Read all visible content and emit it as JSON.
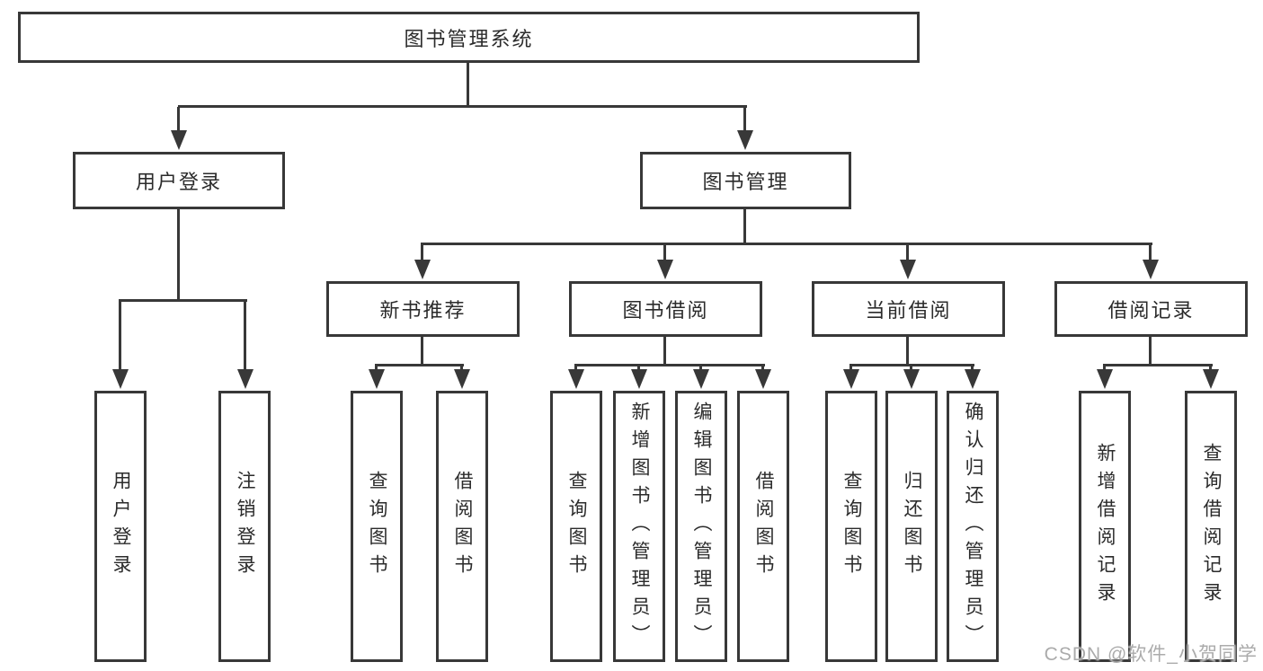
{
  "diagram": {
    "root": {
      "label": "图书管理系统"
    },
    "level2": {
      "user_login": {
        "label": "用户登录"
      },
      "book_management": {
        "label": "图书管理"
      }
    },
    "level3": {
      "new_book_recommend": {
        "label": "新书推荐"
      },
      "book_borrowing": {
        "label": "图书借阅"
      },
      "current_borrowing": {
        "label": "当前借阅"
      },
      "borrowing_records": {
        "label": "借阅记录"
      }
    },
    "leaves": {
      "user_login": [
        "用户登录",
        "注销登录"
      ],
      "new_book_recommend": [
        "查询图书",
        "借阅图书"
      ],
      "book_borrowing": [
        "查询图书",
        "新增图书（管理员）",
        "编辑图书（管理员）",
        "借阅图书"
      ],
      "current_borrowing": [
        "查询图书",
        "归还图书",
        "确认归还（管理员）"
      ],
      "borrowing_records": [
        "新增借阅记录",
        "查询借阅记录"
      ]
    }
  },
  "watermark": {
    "text": "CSDN @软件_小贺同学"
  },
  "colors": {
    "line": "#383838",
    "text": "#2b2b2b",
    "watermark": "#ababab",
    "background": "#ffffff"
  }
}
